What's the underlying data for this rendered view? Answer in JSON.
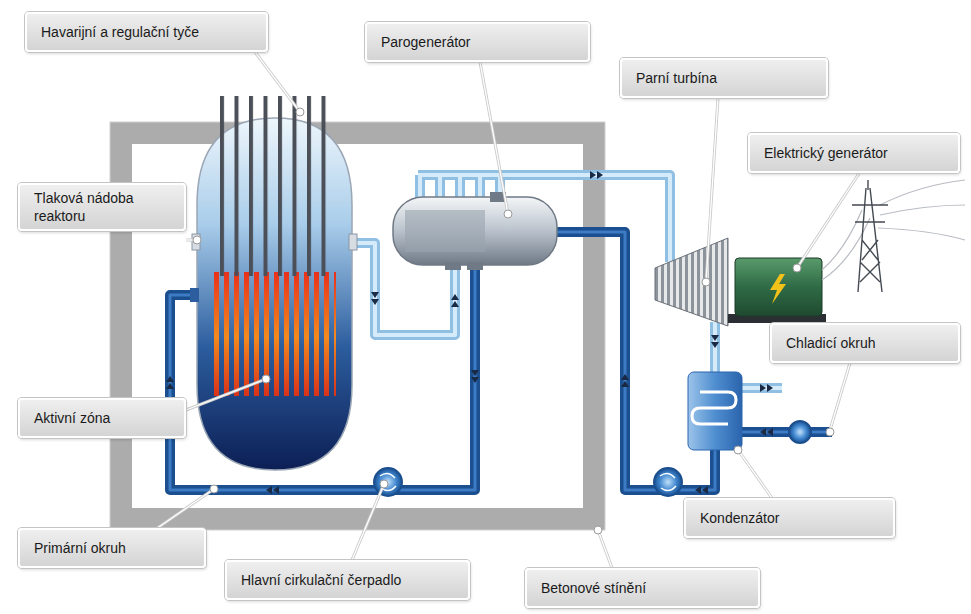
{
  "diagram": {
    "nodes": [
      {
        "text": [
          "Havarijní a regulační tyče"
        ]
      },
      {
        "text": [
          "Parogenerátor"
        ]
      },
      {
        "text": [
          "Parní turbína"
        ]
      },
      {
        "text": [
          "Elektrický generátor"
        ]
      },
      {
        "text": [
          "Tlaková nádoba reaktoru"
        ]
      },
      {
        "text": [
          "Chladicí okruh"
        ]
      },
      {
        "text": [
          "Aktivní zóna"
        ]
      },
      {
        "text": [
          "Kondenzátor"
        ]
      },
      {
        "text": [
          "Primární okruh"
        ]
      },
      {
        "text": [
          "Hlavní cirkulační čerpadlo"
        ]
      },
      {
        "text": [
          "Betonové stínění"
        ]
      }
    ]
  }
}
